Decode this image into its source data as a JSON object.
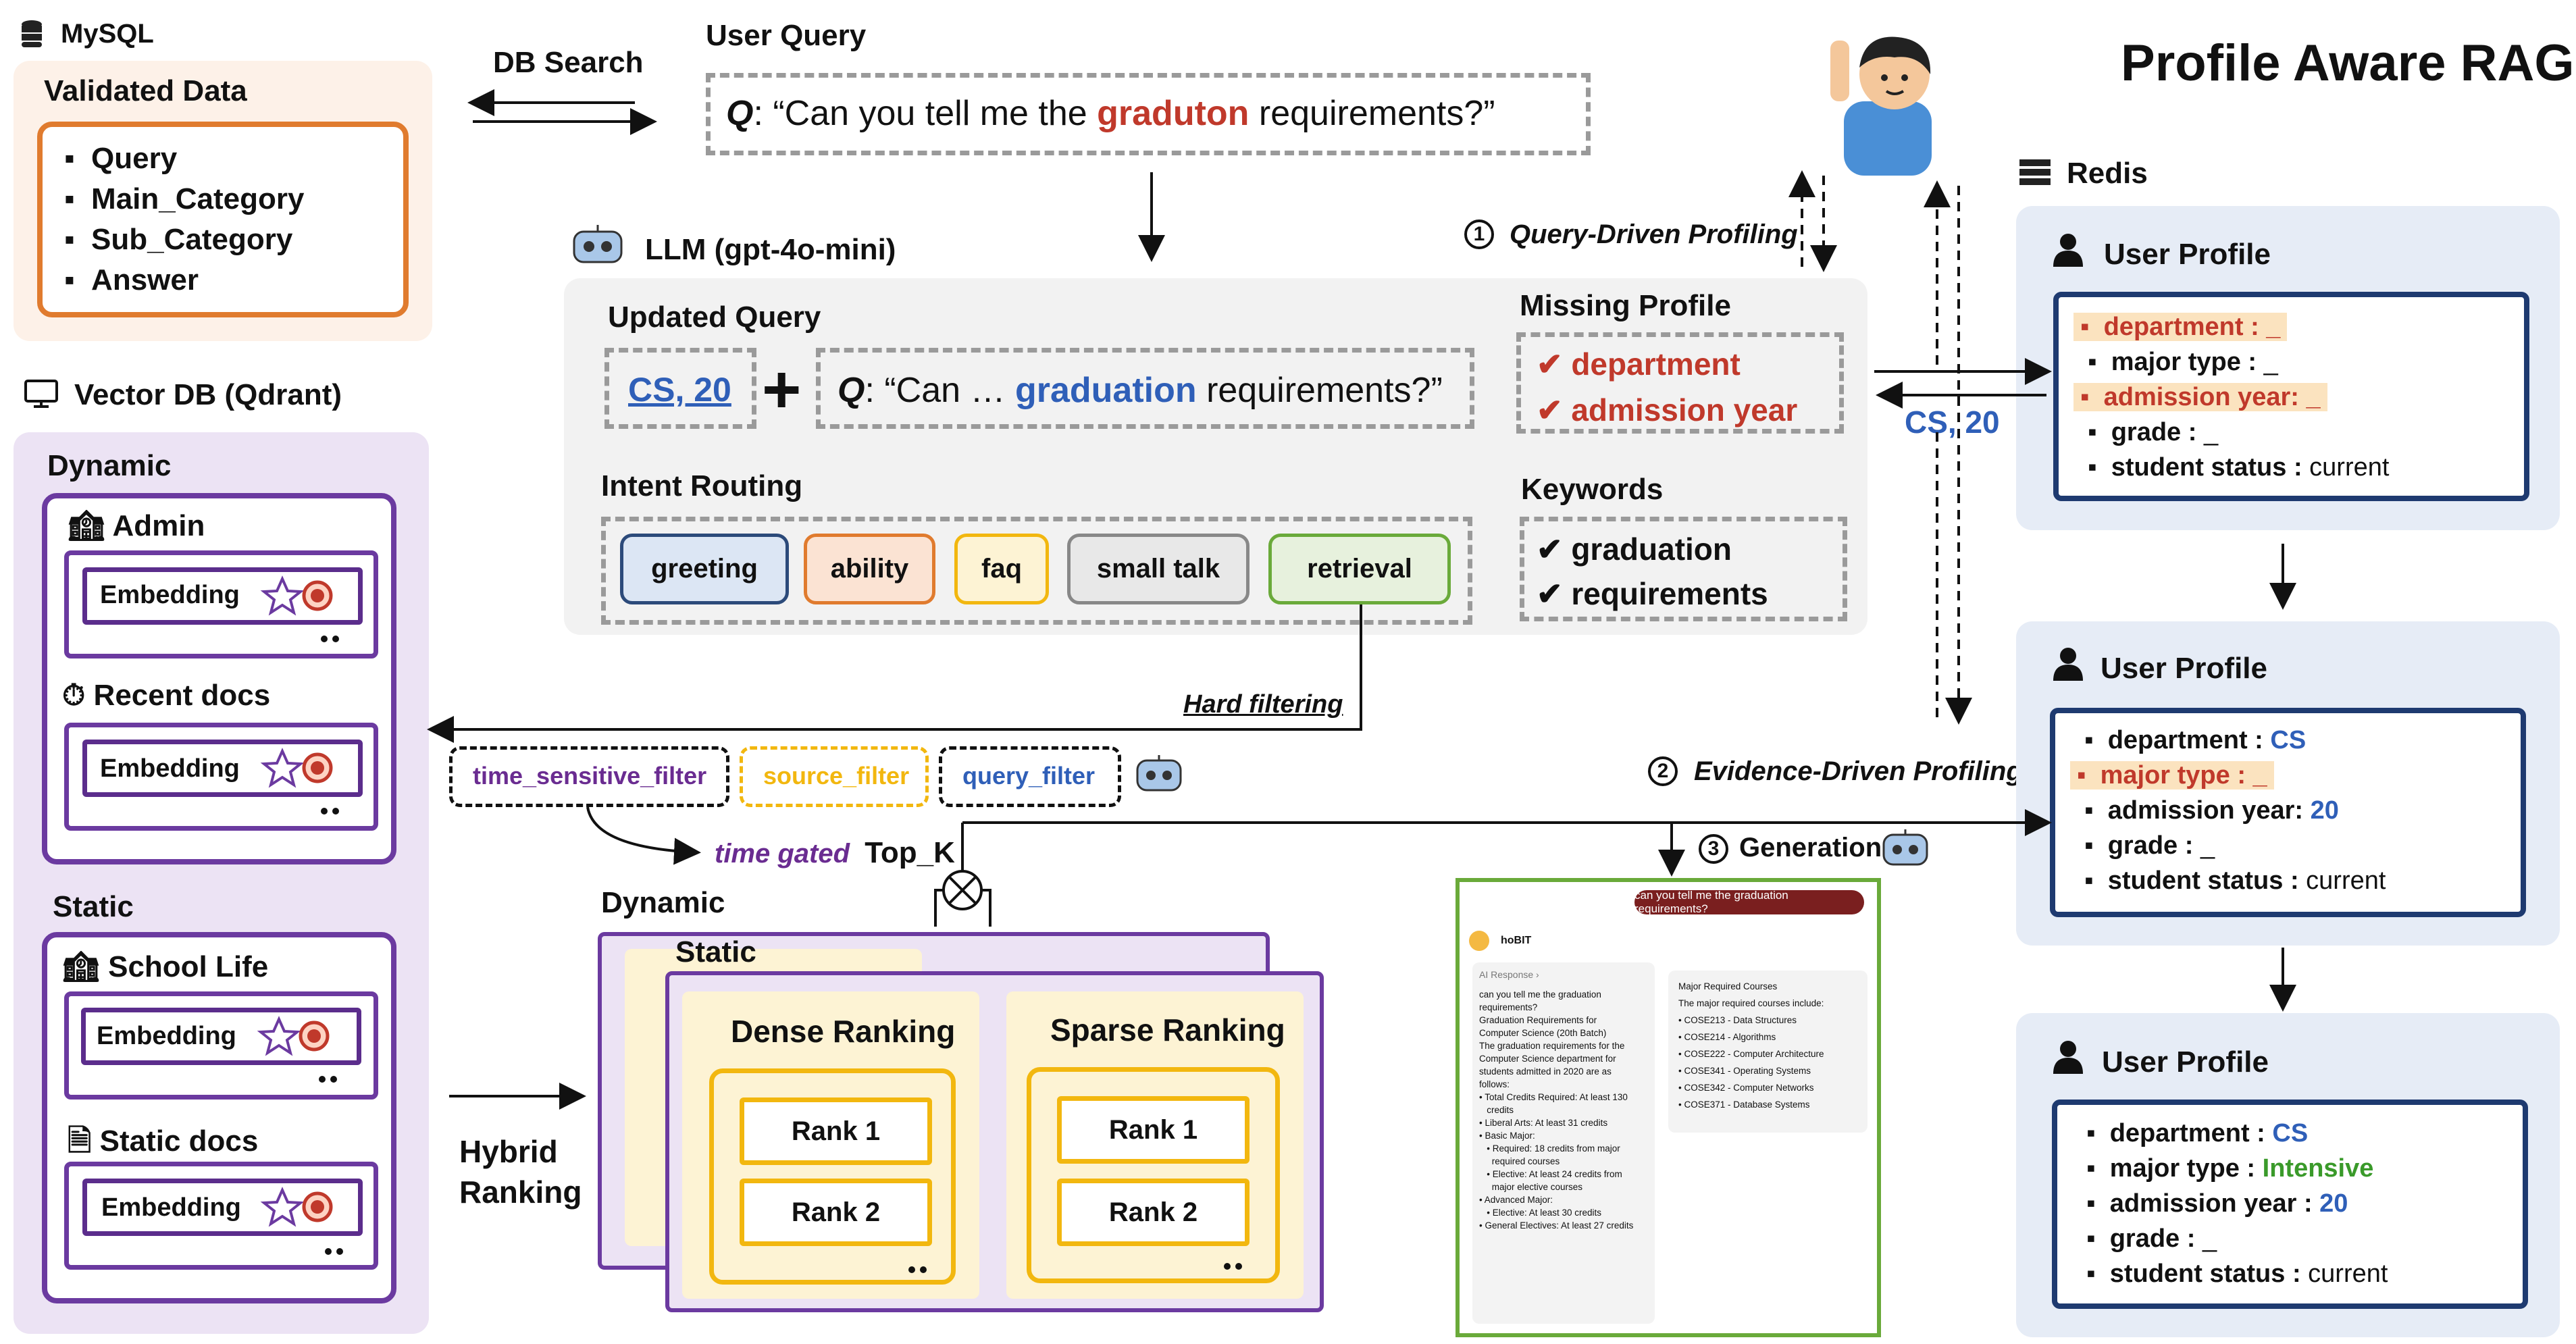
{
  "title": "Profile Aware RAG",
  "mysql": {
    "label": "MySQL",
    "section": "Validated Data",
    "items": [
      "Query",
      "Main_Category",
      "Sub_Category",
      "Answer"
    ]
  },
  "db_search": "DB Search",
  "user_query": {
    "label": "User Query",
    "q": "Q",
    "text_before": ": “Can you tell me the ",
    "highlight": "graduton",
    "text_after": " requirements?”"
  },
  "llm": {
    "label": "LLM (gpt-4o-mini)",
    "updated_query_label": "Updated Query",
    "profile_tag": "CS, 20",
    "plus": "+",
    "q": "Q",
    "uq_before": ": “Can … ",
    "uq_highlight": "graduation",
    "uq_after": " requirements?”",
    "missing_profile_label": "Missing Profile",
    "missing": [
      "department",
      "admission year"
    ],
    "intent_label": "Intent Routing",
    "intents": [
      "greeting",
      "ability",
      "faq",
      "small talk",
      "retrieval"
    ],
    "keywords_label": "Keywords",
    "keywords": [
      "graduation",
      "requirements"
    ]
  },
  "query_driven": "Query-Driven Profiling",
  "evidence_driven": "Evidence-Driven Profiling",
  "generation": "Generation",
  "step_nums": [
    "1",
    "2",
    "3"
  ],
  "cs20_return": "CS, 20",
  "redis": "Redis",
  "vector_db": {
    "label": "Vector DB (Qdrant)",
    "dynamic": "Dynamic",
    "static": "Static",
    "groups": [
      {
        "label": "Admin",
        "embed": "Embedding"
      },
      {
        "label": "Recent docs",
        "embed": "Embedding"
      },
      {
        "label": "School Life",
        "embed": "Embedding"
      },
      {
        "label": "Static docs",
        "embed": "Embedding"
      }
    ]
  },
  "hard_filtering": "Hard filtering",
  "filters": [
    "time_sensitive_filter",
    "source_filter",
    "query_filter"
  ],
  "time_gated": "time gated",
  "top_k": "Top_K",
  "hybrid": [
    "Hybrid",
    "Ranking"
  ],
  "ranking": {
    "dynamic": "Dynamic",
    "static": "Static",
    "dense": "Dense Ranking",
    "sparse": "Sparse Ranking",
    "ranks": [
      "Rank 1",
      "Rank 2"
    ]
  },
  "profiles": [
    {
      "label": "User Profile",
      "rows": [
        {
          "key": "department :",
          "val": "_",
          "hl": true
        },
        {
          "key": "major type :",
          "val": "_",
          "hl": false
        },
        {
          "key": "admission year:",
          "val": "_",
          "hl": true
        },
        {
          "key": "grade :",
          "val": "_",
          "hl": false
        },
        {
          "key": "student status :",
          "val": "current",
          "hl": false
        }
      ]
    },
    {
      "label": "User Profile",
      "rows": [
        {
          "key": "department :",
          "val": "CS",
          "hl": false
        },
        {
          "key": "major type :",
          "val": "_",
          "hl": true
        },
        {
          "key": "admission year:",
          "val": "20",
          "hl": false
        },
        {
          "key": "grade :",
          "val": "_",
          "hl": false
        },
        {
          "key": "student status :",
          "val": "current",
          "hl": false
        }
      ]
    },
    {
      "label": "User Profile",
      "rows": [
        {
          "key": "department :",
          "val": "CS",
          "hl": false
        },
        {
          "key": "major type :",
          "val": "Intensive",
          "hl": false
        },
        {
          "key": "admission year :",
          "val": "20",
          "hl": false
        },
        {
          "key": "grade :",
          "val": "_",
          "hl": false
        },
        {
          "key": "student status :",
          "val": "current",
          "hl": false
        }
      ]
    }
  ],
  "chat": {
    "user_msg": "can you tell me the graduation requirements?",
    "bot_name": "hoBIT",
    "ai_response": "AI Response  ›",
    "left": [
      "can you tell me the graduation",
      "requirements?",
      "Graduation Requirements for",
      "Computer Science (20th Batch)",
      "The graduation requirements for the",
      "Computer Science department for",
      "students admitted in 2020 are as",
      "follows:",
      "• Total Credits Required: At least 130",
      "   credits",
      "• Liberal Arts: At least 31 credits",
      "• Basic Major:",
      "   • Required: 18 credits from major",
      "     required courses",
      "   • Elective: At least 24 credits from",
      "     major elective courses",
      "• Advanced Major:",
      "   • Elective: At least 30 credits",
      "• General Electives: At least 27 credits"
    ],
    "right": [
      "Major Required Courses",
      "The major required courses include:",
      "• COSE213 - Data Structures",
      "• COSE214 - Algorithms",
      "• COSE222 - Computer Architecture",
      "• COSE341 - Operating Systems",
      "• COSE342 - Computer Networks",
      "• COSE371 - Database Systems"
    ]
  },
  "colors": {
    "orange_panel": "#fdf1e8",
    "purple_panel": "#ece3f4",
    "gray_panel": "#f2f2f2",
    "blue_panel": "#e6ecf6",
    "orange_border": "#e07b2e",
    "purple_border": "#6b3aa0",
    "navy": "#1e3a70",
    "gold": "#f2b70f",
    "green": "#6aaa3a"
  }
}
